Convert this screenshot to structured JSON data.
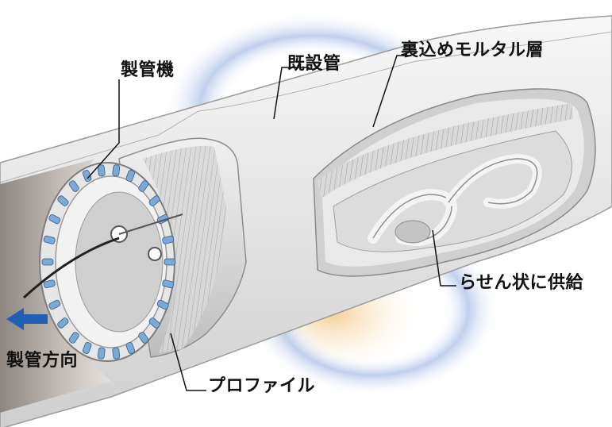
{
  "labels": {
    "pipe_machine": "製管機",
    "existing_pipe": "既設管",
    "backfill_mortar": "裏込めモルタル層",
    "spiral_supply": "らせん状に供給",
    "direction": "製管方向",
    "profile": "プロファイル"
  },
  "colors": {
    "arrow": "#1f5fb5",
    "accent_roller": "#7aa9d6",
    "halo_blue": "#b9c9ea",
    "halo_orange": "#f2c98a"
  }
}
